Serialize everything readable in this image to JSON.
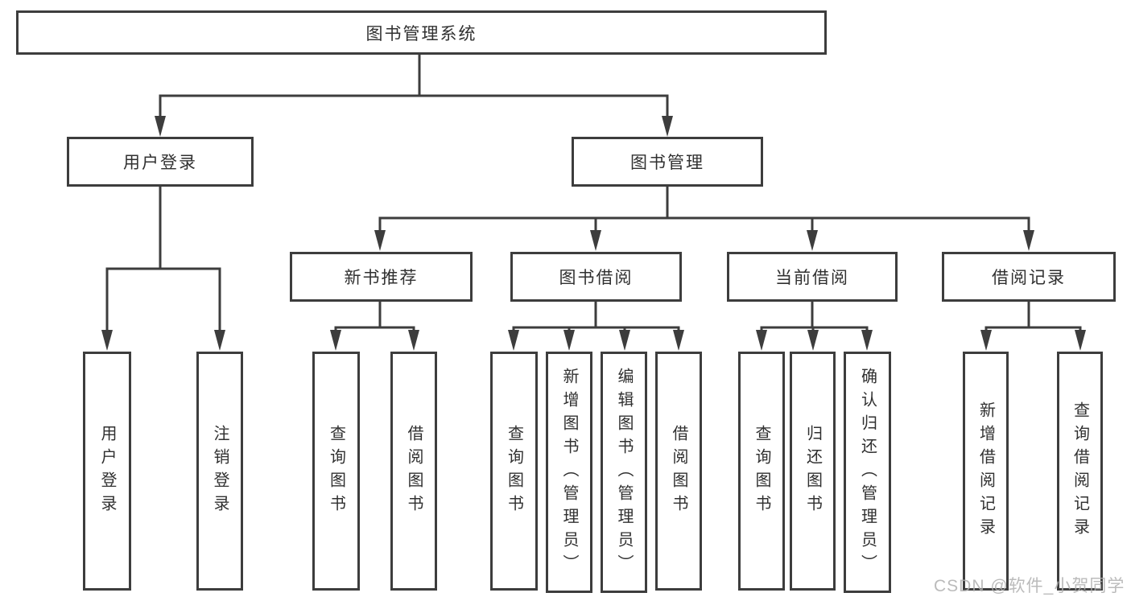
{
  "diagram": {
    "root": {
      "label": "图书管理系统"
    },
    "nodes": {
      "user_login": "用户登录",
      "book_mgmt": "图书管理",
      "new_books": "新书推荐",
      "book_borrow": "图书借阅",
      "current_borrow": "当前借阅",
      "borrow_records": "借阅记录"
    },
    "leaves": {
      "user_login": [
        "用户登录",
        "注销登录"
      ],
      "new_books": [
        "查询图书",
        "借阅图书"
      ],
      "book_borrow": [
        "查询图书",
        "新增图书（管理员）",
        "编辑图书（管理员）",
        "借阅图书"
      ],
      "current_borrow": [
        "查询图书",
        "归还图书",
        "确认归还（管理员）"
      ],
      "borrow_records": [
        "新增借阅记录",
        "查询借阅记录"
      ]
    },
    "watermark": "CSDN @软件_小贺同学",
    "colors": {
      "line": "#3d3d3d",
      "text": "#303030",
      "watermark": "#afafaf",
      "background": "#ffffff"
    }
  }
}
